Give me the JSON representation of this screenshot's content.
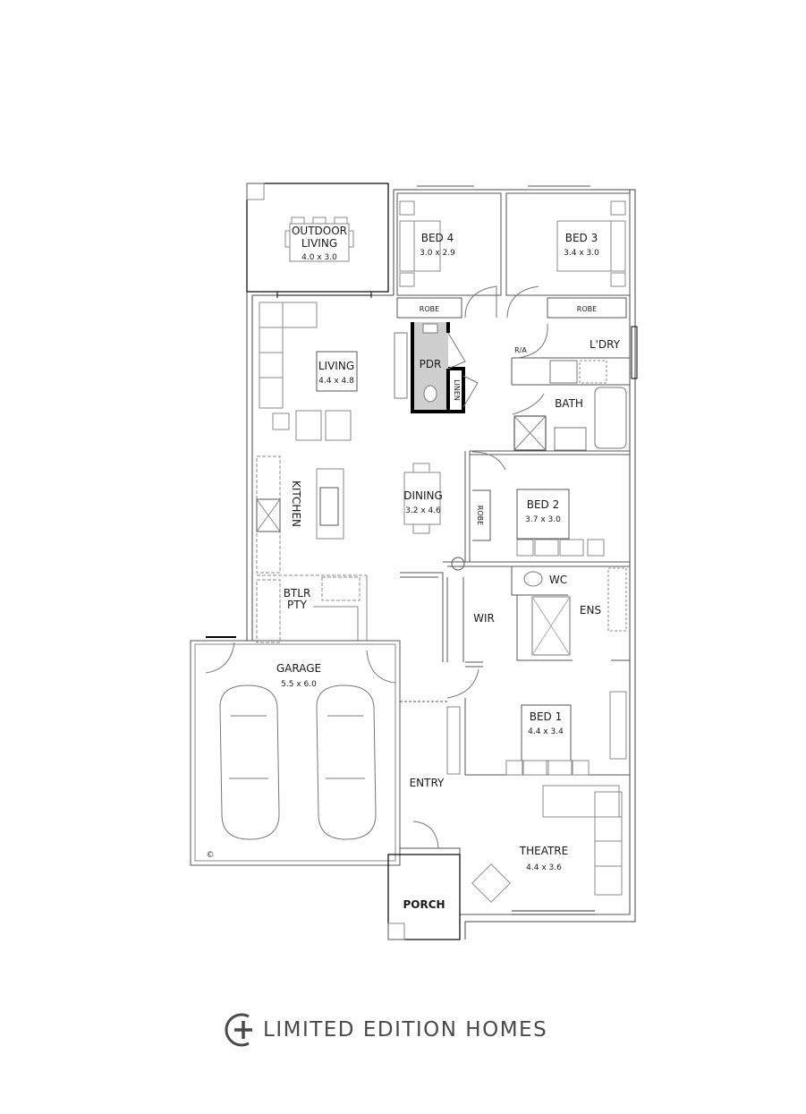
{
  "plan": {
    "rooms": {
      "outdoor_living": {
        "name_line1": "OUTDOOR",
        "name_line2": "LIVING",
        "size": "4.0 x 3.0"
      },
      "bed4": {
        "name": "BED 4",
        "size": "3.0 x 2.9"
      },
      "bed3": {
        "name": "BED 3",
        "size": "3.4 x 3.0"
      },
      "robe_bed4": {
        "name": "ROBE"
      },
      "robe_bed3": {
        "name": "ROBE"
      },
      "living": {
        "name": "LIVING",
        "size": "4.4 x 4.8"
      },
      "pdr": {
        "name": "PDR"
      },
      "linen": {
        "name": "LINEN"
      },
      "laundry": {
        "name": "L'DRY"
      },
      "ra": {
        "name": "R/A"
      },
      "bath": {
        "name": "BATH"
      },
      "kitchen": {
        "name": "KITCHEN"
      },
      "dining": {
        "name": "DINING",
        "size": "3.2 x 4.6"
      },
      "bed2": {
        "name": "BED 2",
        "size": "3.7 x 3.0"
      },
      "robe_bed2": {
        "name": "ROBE"
      },
      "butlers_pantry": {
        "name_line1": "BTLR",
        "name_line2": "PTY"
      },
      "wc": {
        "name": "WC"
      },
      "ensuite": {
        "name": "ENS"
      },
      "wir": {
        "name": "WIR"
      },
      "garage": {
        "name": "GARAGE",
        "size": "5.5 x 6.0"
      },
      "bed1": {
        "name": "BED 1",
        "size": "4.4 x 3.4"
      },
      "entry": {
        "name": "ENTRY"
      },
      "theatre": {
        "name": "THEATRE",
        "size": "4.4 x 3.6"
      },
      "porch": {
        "name": "PORCH"
      }
    },
    "copyright_symbol": "©"
  },
  "brand": {
    "logo_icon": "circle-plus-icon",
    "name": "LIMITED EDITION HOMES",
    "color": "#4a4a4a"
  }
}
